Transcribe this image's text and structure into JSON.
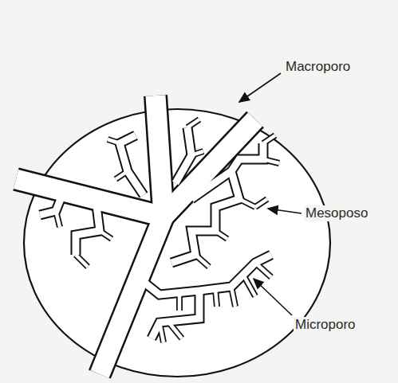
{
  "diagram": {
    "labels": [
      "Macroporo",
      "Mesoposo",
      "Microporo"
    ]
  }
}
